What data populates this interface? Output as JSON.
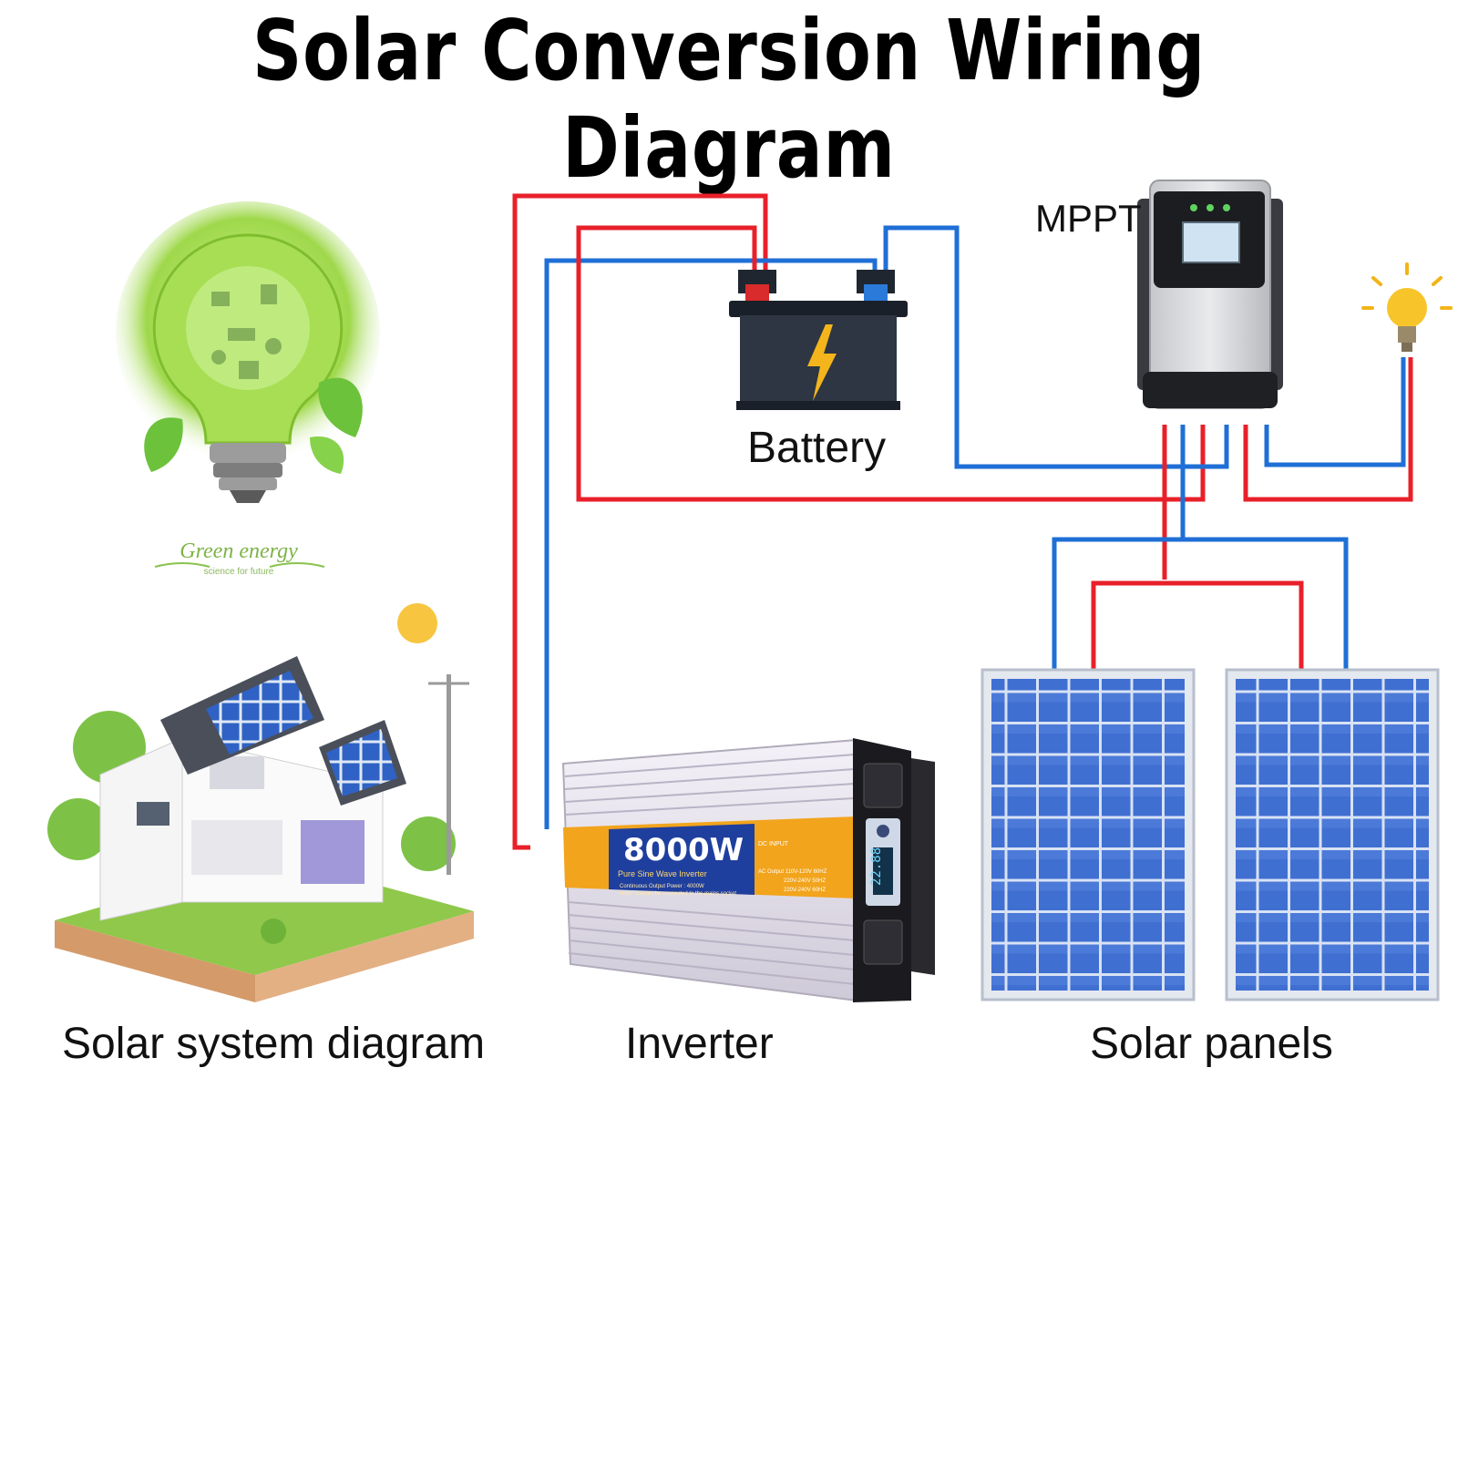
{
  "title": "Solar Conversion Wiring Diagram",
  "labels": {
    "battery": "Battery",
    "mppt": "MPPT",
    "house": "Solar system diagram",
    "inverter": "Inverter",
    "panels": "Solar panels"
  },
  "green_bulb": {
    "caption": "Green energy",
    "subcaption": "science for future"
  },
  "inverter": {
    "power": "8000W",
    "model": "Pure Sine Wave Inverter",
    "continuous": "Continuous Output Power : 4000W",
    "note": "Note : Cannot be connected to the mains socket",
    "dc_input": "DC INPUT",
    "outputs": [
      "AC Output 110V-120V 60HZ",
      "220V-240V 50HZ",
      "220V-240V 60HZ"
    ],
    "display": "22.88"
  },
  "colors": {
    "positive_wire": "#e8202a",
    "negative_wire": "#1f6fd6",
    "inverter_band": "#f2a41c",
    "inverter_label": "#1f3f9e",
    "panel_cell": "#3e6fd2",
    "bulb_green": "#8fd13f"
  }
}
